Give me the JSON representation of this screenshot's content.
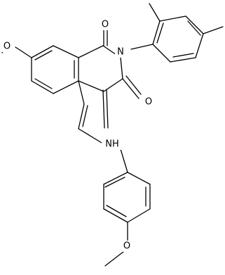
{
  "diagram": {
    "atoms": {
      "o1": "O",
      "o2": "O",
      "n_imide": "N",
      "nh": "NH",
      "o_methoxy_top": "O",
      "o_methoxy_bottom": "O"
    },
    "colors": {
      "bond": "#000000",
      "label": "#000000",
      "background": "#ffffff"
    }
  }
}
